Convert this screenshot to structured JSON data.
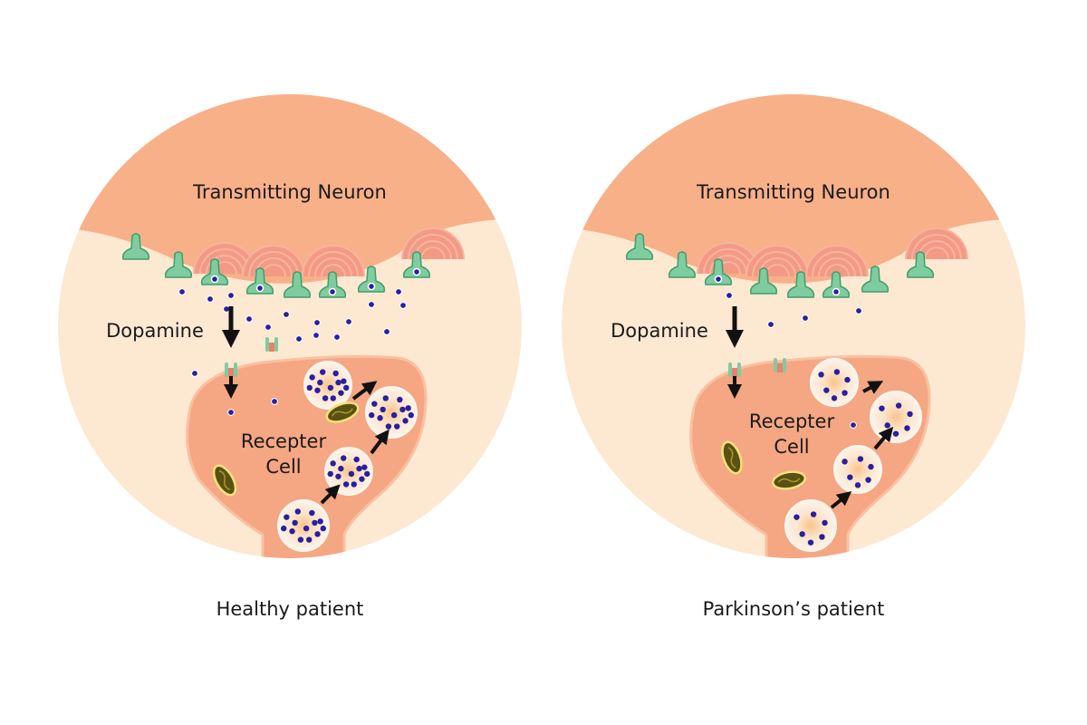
{
  "colors": {
    "background": "#ffffff",
    "extracellular": "#fde8d2",
    "extracellular_edge": "#fbdcc8",
    "neuron": "#f8b089",
    "receptor_cell": "#f5a683",
    "receptor_cell_edge": "#fac0a0",
    "bouton": "#f49a84",
    "bouton_lines": "#f6b4a0",
    "transporter": "#7fcc9f",
    "transporter_edge": "#3f9e6c",
    "dopamine": "#2a1fa0",
    "vesicle": "#fdf1e6",
    "vesicle_core": "#f9c38a",
    "mitochondrion": "#5a5012",
    "mitochondrion_edge": "#f2e27a",
    "arrow": "#111111"
  },
  "panels": [
    {
      "id": "healthy",
      "neuron_label": "Transmitting Neuron",
      "dopamine_label": "Dopamine",
      "cell_label_line1": "Recepter",
      "cell_label_line2": "Cell",
      "caption": "Healthy patient",
      "dopamine_level": "high"
    },
    {
      "id": "parkinsons",
      "neuron_label": "Transmitting Neuron",
      "dopamine_label": "Dopamine",
      "cell_label_line1": "Recepter",
      "cell_label_line2": "Cell",
      "caption": "Parkinson’s patient",
      "dopamine_level": "low"
    }
  ]
}
